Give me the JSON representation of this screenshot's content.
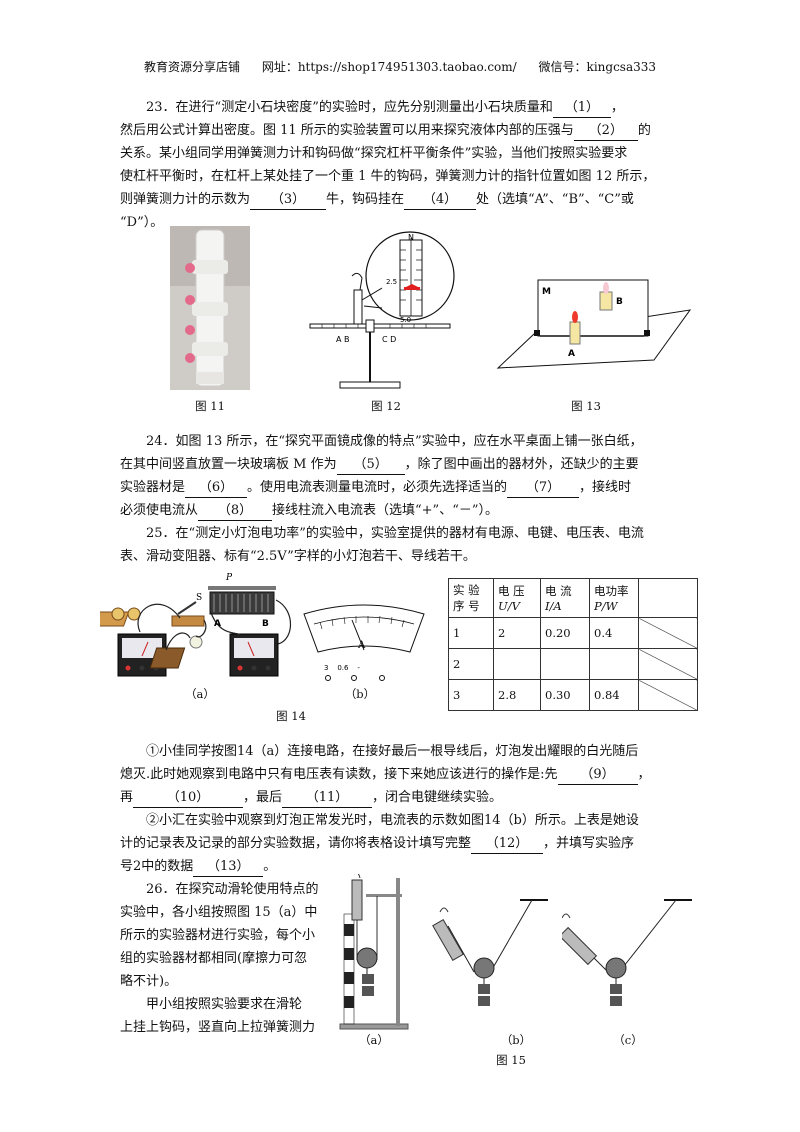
{
  "header": {
    "shop": "教育资源分享店铺",
    "url_label": "网址：https://shop174951303.taobao.com/",
    "wechat": "微信号：kingcsa333"
  },
  "q23": {
    "l1a": "23．在进行“测定小石块密度”的实验时，应先分别测量出小石块质量和",
    "b1": "（1）",
    "l1b": "，",
    "l2a": "然后用公式计算出密度。图 11 所示的实验装置可以用来探究液体内部的压强与",
    "b2": "（2）",
    "l2b": "的",
    "l3": "关系。某小组同学用弹簧测力计和钩码做“探究杠杆平衡条件”实验，当他们按照实验要求",
    "l4": "使杠杆平衡时，在杠杆上某处挂了一个重 1 牛的钩码，弹簧测力计的指针位置如图 12 所示，",
    "l5a": "则弹簧测力计的示数为",
    "b3": "（3）",
    "l5b": "牛，钩码挂在",
    "b4": "（4）",
    "l5c": "处（选填“A”、“B”、“C”或",
    "l6": "“D”）。"
  },
  "fig11": {
    "caption": "图 11"
  },
  "fig12": {
    "caption": "图 12",
    "letters_left": "A B",
    "letters_right": "C D",
    "mark_top": "N",
    "mark_mid": "2.5",
    "mark_bot": "5.0"
  },
  "fig13": {
    "caption": "图 13",
    "label_m": "M",
    "label_a": "A",
    "label_b": "B"
  },
  "q24": {
    "l1": "24．如图 13 所示，在“探究平面镜成像的特点”实验中，应在水平桌面上铺一张白纸，",
    "l2a": "在其中间竖直放置一块玻璃板 M 作为",
    "b5": "（5）",
    "l2b": "，除了图中画出的器材外，还缺少的主要",
    "l3a": "实验器材是",
    "b6": "（6）",
    "l3b": "。使用电流表测量电流时，必须先选择适当的",
    "b7": "（7）",
    "l3c": "，接线时",
    "l4a": "必须使电流从",
    "b8": "（8）",
    "l4b": "接线柱流入电流表（选填“+”、“－”）。"
  },
  "q25": {
    "l1": "25．在“测定小灯泡电功率”的实验中，实验室提供的器材有电源、电键、电压表、电流",
    "l2": "表、滑动变阻器、标有“2.5V”字样的小灯泡若干、导线若干。"
  },
  "fig14": {
    "caption": "图 14",
    "sub_a": "（a）",
    "sub_b": "（b）",
    "label_p": "P",
    "label_s": "S",
    "label_a": "A",
    "label_b": "B",
    "meter_unit": "A",
    "terminals": "3    0.6    -"
  },
  "table": {
    "headers": [
      [
        "实 验",
        "序 号"
      ],
      [
        "电 压",
        "U/V"
      ],
      [
        "电 流",
        "I/A"
      ],
      [
        "电功率",
        "P/W"
      ]
    ],
    "rows": [
      [
        "1",
        "2",
        "0.20",
        "0.4"
      ],
      [
        "2",
        "",
        "",
        ""
      ],
      [
        "3",
        "2.8",
        "0.30",
        "0.84"
      ]
    ]
  },
  "q25b": {
    "p1a": "①小佳同学按图14（a）连接电路，在接好最后一根导线后，灯泡发出耀眼的白光随后",
    "p1b": "熄灭.此时她观察到电路中只有电压表有读数，接下来她应该进行的操作是:先",
    "b9": "（9）",
    "p1c": "，",
    "p2a": "再",
    "b10": "（10）",
    "p2b": "，最后",
    "b11": "（11）",
    "p2c": "，闭合电键继续实验。",
    "p3a": "②小汇在实验中观察到灯泡正常发光时，电流表的示数如图14（b）所示。上表是她设",
    "p3b": "计的记录表及记录的部分实验数据，请你将表格设计填写完整",
    "b12": "（12）",
    "p3c": "，并填写实验序",
    "p4a": "号2中的数据",
    "b13": "（13）",
    "p4b": "。"
  },
  "q26": {
    "lines": [
      "26．在探究动滑轮使用特点的",
      "实验中，各小组按照图 15（a）中",
      "所示的实验器材进行实验，每个小",
      "组的实验器材都相同(摩擦力可忽",
      "略不计)。",
      "甲小组按照实验要求在滑轮",
      "上挂上钩码，竖直向上拉弹簧测力"
    ]
  },
  "fig15": {
    "caption": "图 15",
    "sub_a": "（a）",
    "sub_b": "（b）",
    "sub_c": "（c）"
  }
}
